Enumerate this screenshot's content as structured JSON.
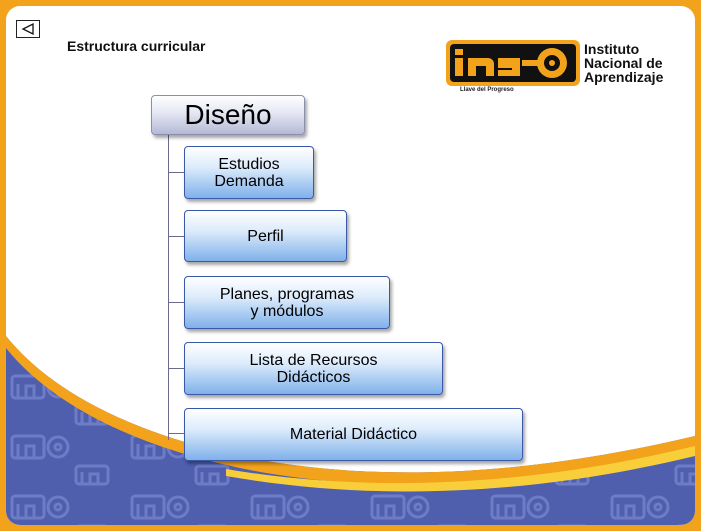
{
  "header": {
    "title": "Estructura curricular"
  },
  "logo": {
    "brand": "ina",
    "line1": "Instituto",
    "line2": "Nacional de",
    "line3": "Aprendizaje",
    "tagline": "Llave del Progreso"
  },
  "diagram": {
    "root": "Diseño",
    "items": [
      {
        "line1": "Estudios",
        "line2": "Demanda"
      },
      {
        "line1": "Perfil",
        "line2": ""
      },
      {
        "line1": "Planes, programas",
        "line2": "y módulos"
      },
      {
        "line1": "Lista de Recursos",
        "line2": "Didácticos"
      },
      {
        "line1": "Material  Didáctico",
        "line2": ""
      }
    ]
  },
  "colors": {
    "border_orange": "#f3a21c",
    "wave_blue": "#4a5aa8",
    "node_blue": "#7fb1ea"
  },
  "icons": {
    "back": "triangle-left-icon"
  }
}
